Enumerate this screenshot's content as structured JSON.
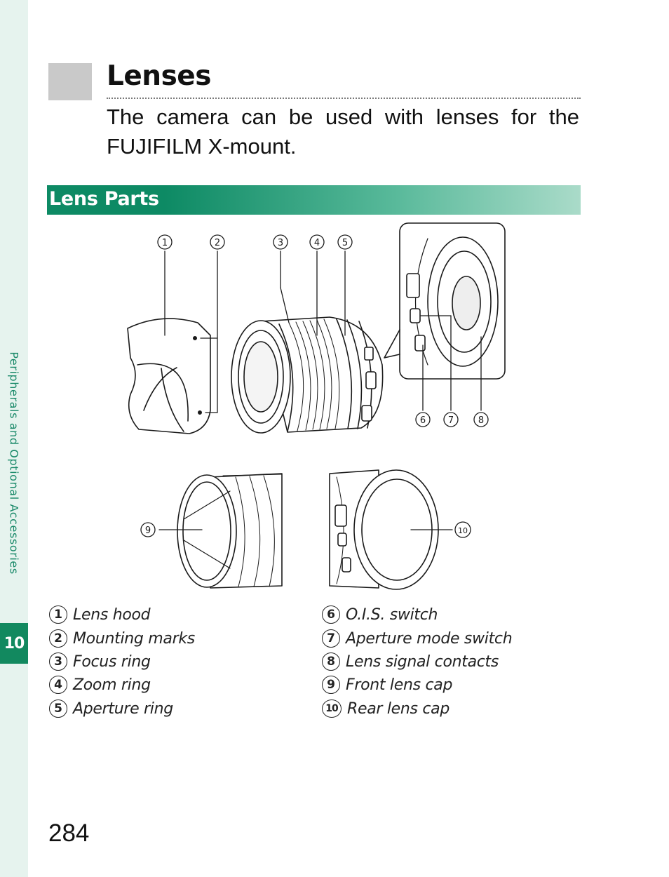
{
  "sidebar": {
    "chapter_label": "Peripherals and Optional Accessories",
    "chapter_number": "10"
  },
  "header": {
    "title": "Lenses",
    "intro": "The camera can be used with lenses for the FUJIFILM X-mount."
  },
  "section": {
    "title": "Lens Parts"
  },
  "callouts": [
    "1",
    "2",
    "3",
    "4",
    "5",
    "6",
    "7",
    "8",
    "9",
    "10"
  ],
  "parts": [
    {
      "num": "1",
      "label": "Lens hood"
    },
    {
      "num": "2",
      "label": "Mounting marks"
    },
    {
      "num": "3",
      "label": "Focus ring"
    },
    {
      "num": "4",
      "label": "Zoom ring"
    },
    {
      "num": "5",
      "label": "Aperture ring"
    },
    {
      "num": "6",
      "label": "O.I.S. switch"
    },
    {
      "num": "7",
      "label": "Aperture mode switch"
    },
    {
      "num": "8",
      "label": "Lens signal contacts"
    },
    {
      "num": "9",
      "label": "Front lens cap"
    },
    {
      "num": "10",
      "label": "Rear lens cap"
    }
  ],
  "footer": {
    "page_number": "284"
  }
}
